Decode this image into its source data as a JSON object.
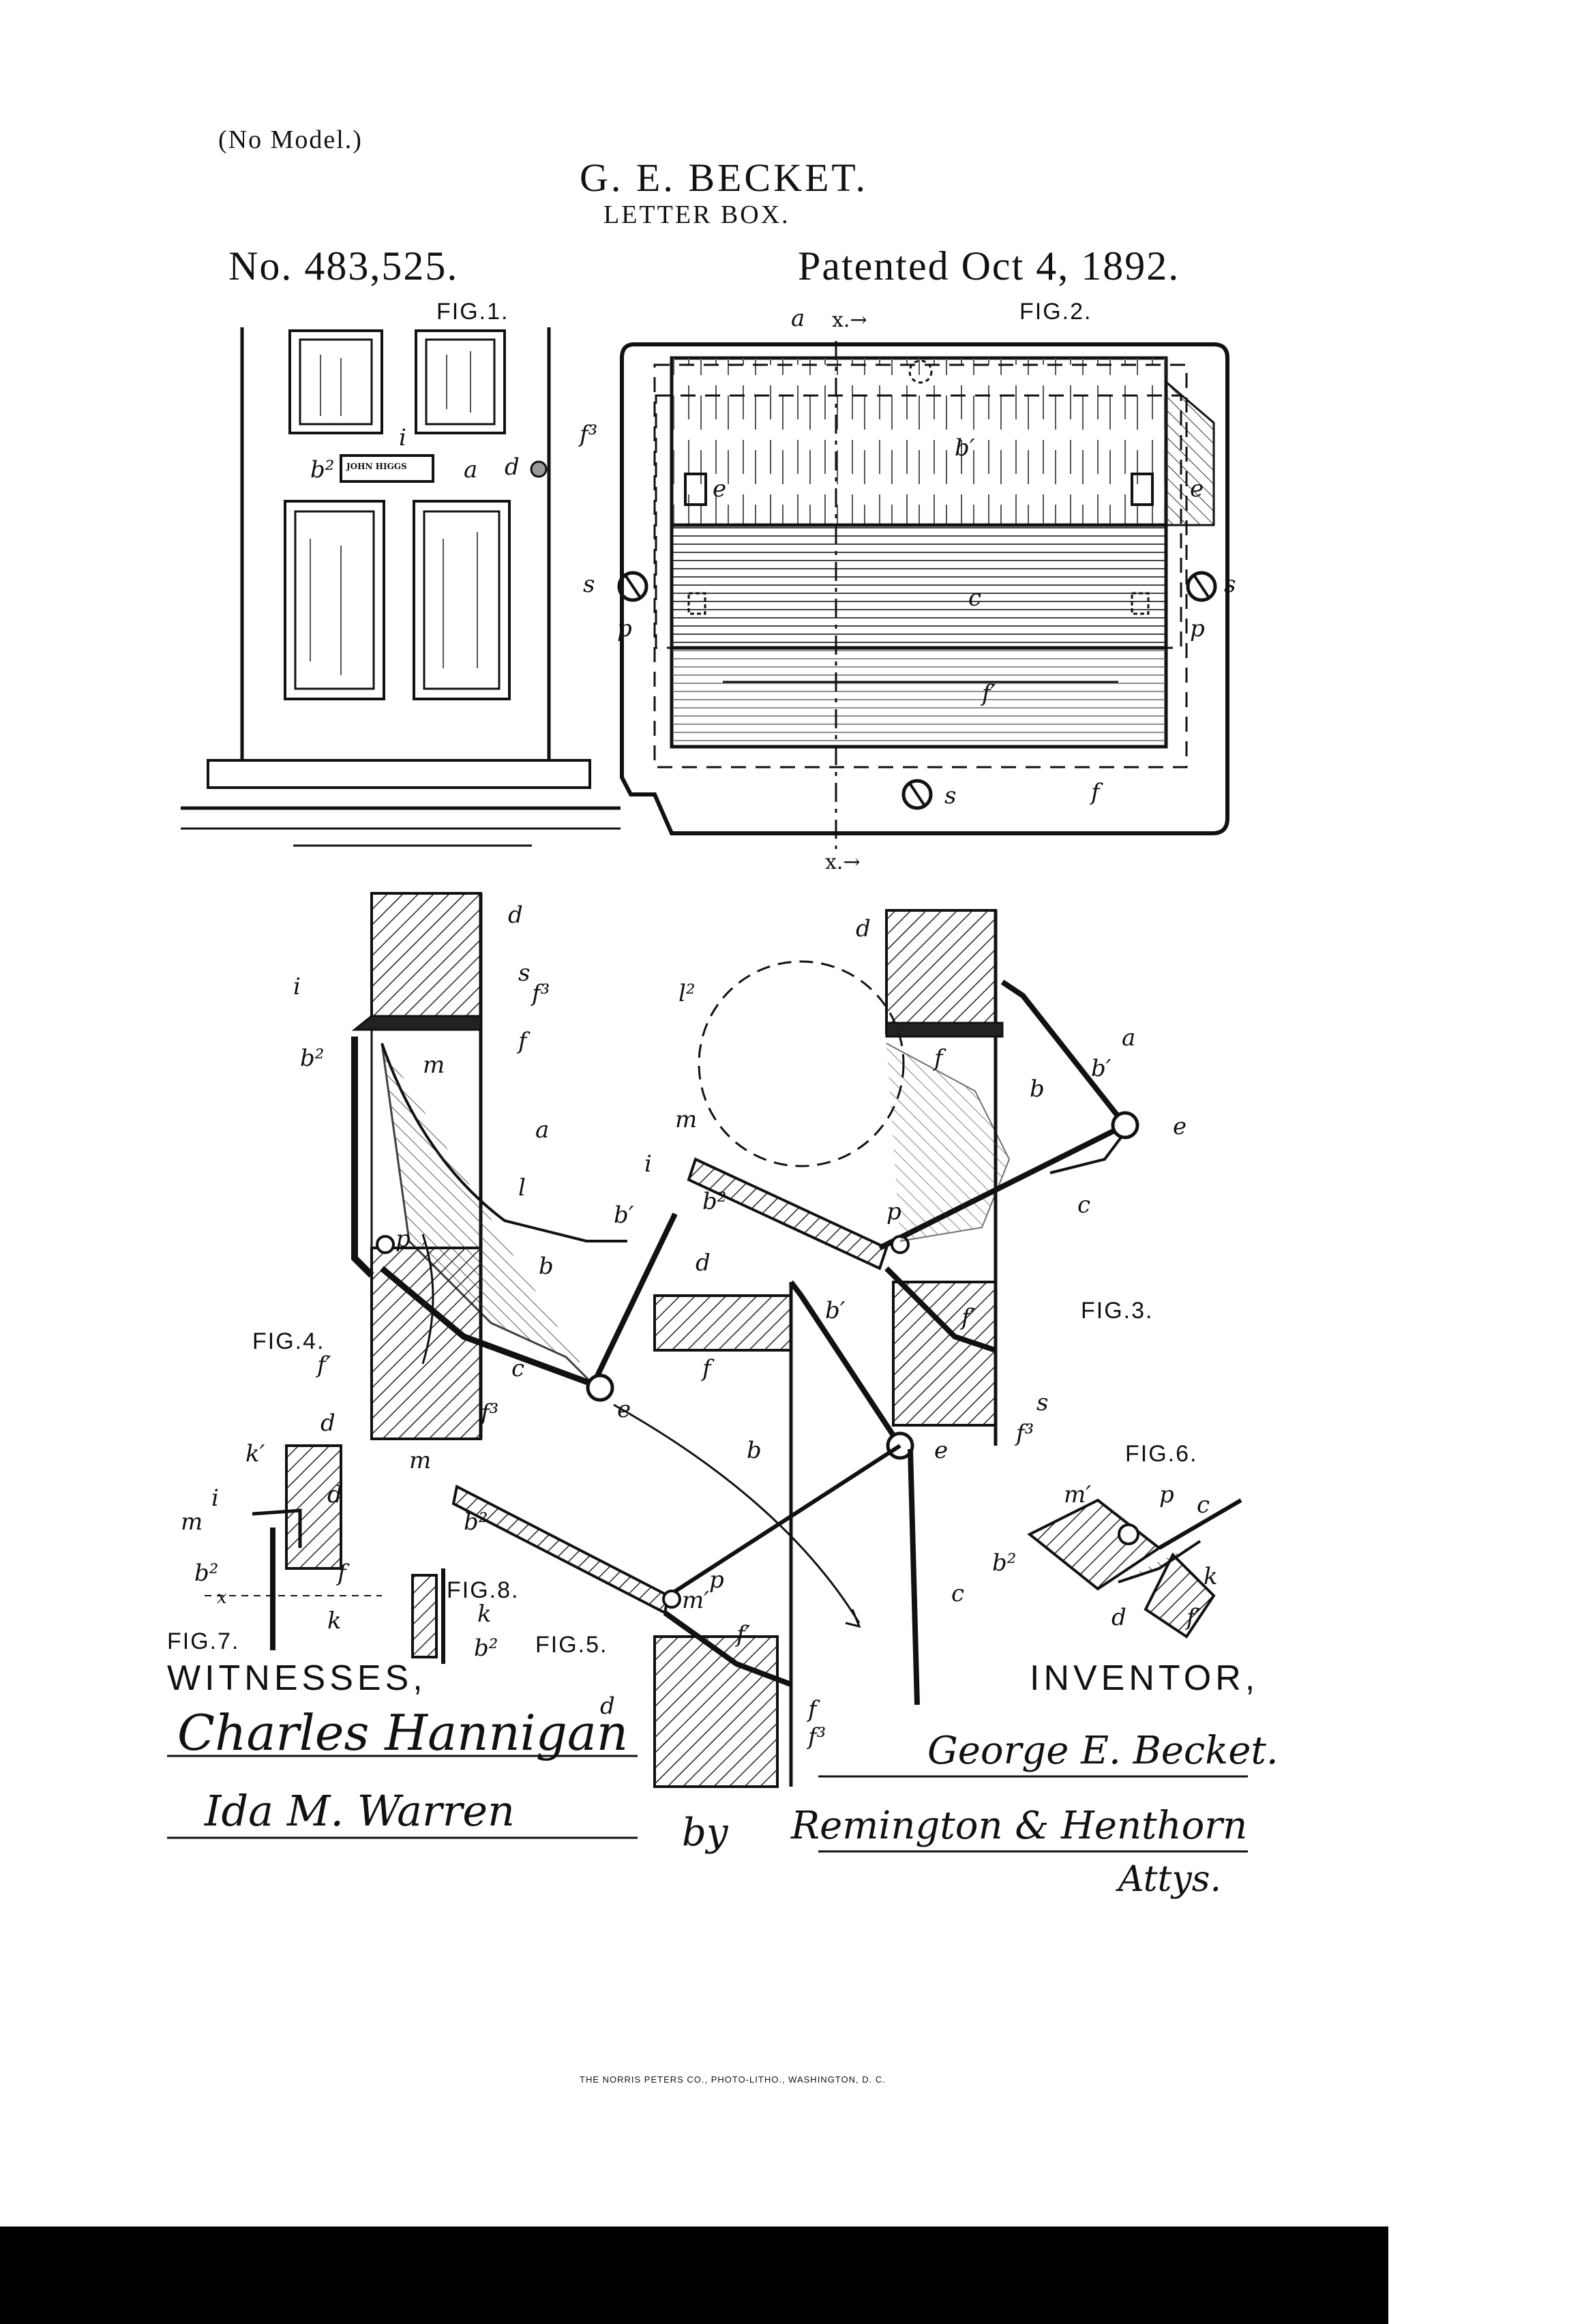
{
  "header": {
    "no_model": "(No Model.)",
    "inventor": "G. E. BECKET.",
    "subject": "LETTER BOX.",
    "patent_number": "No. 483,525.",
    "patented_date": "Patented Oct 4, 1892."
  },
  "figure_captions": {
    "fig1": "FIG.1.",
    "fig2": "FIG.2.",
    "fig3": "FIG.3.",
    "fig4": "FIG.4.",
    "fig5": "FIG.5.",
    "fig6": "FIG.6.",
    "fig7": "FIG.7.",
    "fig8": "FIG.8."
  },
  "fig1_labels": {
    "i": "i",
    "b2": "b²",
    "plate": "JOHN HIGGS",
    "a": "a",
    "d": "d"
  },
  "fig2_labels": {
    "a": "a",
    "x_top": "x.→",
    "x_bottom": "x.→",
    "f3": "f³",
    "b1": "b′",
    "e_left": "e",
    "e_right": "e",
    "s_left": "s",
    "s_right": "s",
    "s_bottom": "s",
    "c": "c",
    "p_left": "p",
    "p_right": "p",
    "f1": "f′",
    "f": "f"
  },
  "fig4_labels": {
    "d_top": "d",
    "i": "i",
    "s": "s",
    "f3_top": "f³",
    "f": "f",
    "b2": "b²",
    "m": "m",
    "a": "a",
    "l": "l",
    "b1": "b′",
    "p": "p",
    "b": "b",
    "c": "c",
    "f1": "f′",
    "d_bottom": "d",
    "f3_bottom": "f³",
    "e": "e"
  },
  "fig3_labels": {
    "d": "d",
    "l2": "l²",
    "a": "a",
    "b1": "b′",
    "b": "b",
    "e": "e",
    "m": "m",
    "i": "i",
    "b2": "b²",
    "p": "p",
    "c": "c",
    "f": "f",
    "f1": "f′",
    "s": "s",
    "f3": "f³"
  },
  "fig5_labels": {
    "d_top": "d",
    "b1": "b′",
    "f": "f",
    "b": "b",
    "e": "e",
    "m": "m",
    "b2": "b²",
    "p": "p",
    "m1": "m′",
    "f1": "f′",
    "c": "c",
    "d_bottom": "d",
    "f_bottom": "f",
    "f3": "f³"
  },
  "fig6_labels": {
    "m1": "m′",
    "p": "p",
    "c": "c",
    "b2": "b²",
    "k": "k",
    "d": "d",
    "f1": "f′"
  },
  "fig7_labels": {
    "k1": "k′",
    "i": "i",
    "d": "d",
    "m": "m",
    "b2": "b²",
    "f": "f",
    "x": "x",
    "k": "k"
  },
  "fig8_labels": {
    "k": "k",
    "b2": "b²"
  },
  "witnesses": {
    "heading": "WITNESSES,",
    "signature1": "Charles Hannigan",
    "signature2": "Ida M. Warren"
  },
  "inventor_block": {
    "heading": "INVENTOR,",
    "signature": "George E. Becket.",
    "by": "by",
    "attorneys": "Remington & Henthorn",
    "attys": "Attys."
  },
  "printer_imprint": "THE NORRIS PETERS CO., PHOTO-LITHO., WASHINGTON, D. C."
}
